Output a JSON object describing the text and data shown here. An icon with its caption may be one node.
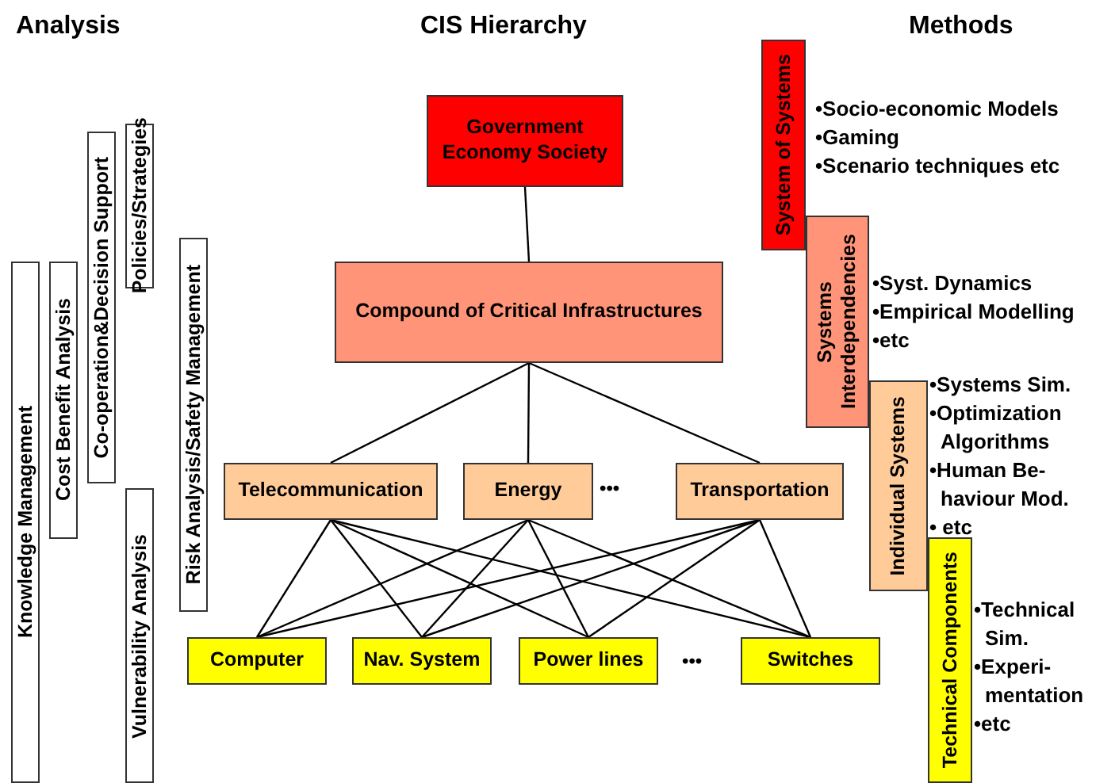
{
  "diagram": {
    "nodes": [
      {
        "text": [
          "Government Economy Society"
        ]
      },
      {
        "text": [
          "Compound of Critical Infrastructures"
        ]
      },
      {
        "text": [
          "Telecommunication"
        ]
      },
      {
        "text": [
          "Energy"
        ]
      },
      {
        "text": [
          "Transportation"
        ]
      },
      {
        "text": [
          "Computer"
        ]
      },
      {
        "text": [
          "Nav. System"
        ]
      },
      {
        "text": [
          "Power lines"
        ]
      },
      {
        "text": [
          "Switches"
        ]
      },
      {
        "text": [
          "Knowledge Management"
        ]
      },
      {
        "text": [
          "Cost Benefit Analysis"
        ]
      },
      {
        "text": [
          "Co-operation&Decision Support"
        ]
      },
      {
        "text": [
          "Policies/Strategies"
        ]
      },
      {
        "text": [
          "Vulnerability Analysis"
        ]
      },
      {
        "text": [
          "Risk Analysis/Safety Management"
        ]
      },
      {
        "text": [
          "System of Systems"
        ],
        "beside": [
          "•Socio-economic Models",
          "•Gaming",
          "•Scenario techniques etc"
        ]
      },
      {
        "text": [
          "Systems Interdependencies"
        ],
        "beside": [
          "•Syst. Dynamics",
          "•Empirical Modelling",
          "•etc"
        ]
      },
      {
        "text": [
          "Individual Systems"
        ],
        "beside": [
          "•Systems Sim.",
          "•Optimization Algorithms",
          "•Human Be- haviour Mod.",
          "• etc"
        ]
      },
      {
        "text": [
          "Technical Components"
        ],
        "beside": [
          "•Technical Sim.",
          "•Experi- mentation",
          "•etc"
        ]
      }
    ],
    "edges": [
      {
        "from": 0,
        "to": 1,
        "arrow": "none"
      },
      {
        "from": 1,
        "to": 2,
        "arrow": "none"
      },
      {
        "from": 1,
        "to": 3,
        "arrow": "none"
      },
      {
        "from": 1,
        "to": 4,
        "arrow": "none"
      },
      {
        "from": 2,
        "to": 5,
        "arrow": "none"
      },
      {
        "from": 2,
        "to": 6,
        "arrow": "none"
      },
      {
        "from": 2,
        "to": 7,
        "arrow": "none"
      },
      {
        "from": 2,
        "to": 8,
        "arrow": "none"
      },
      {
        "from": 3,
        "to": 5,
        "arrow": "none"
      },
      {
        "from": 3,
        "to": 6,
        "arrow": "none"
      },
      {
        "from": 3,
        "to": 7,
        "arrow": "none"
      },
      {
        "from": 3,
        "to": 8,
        "arrow": "none"
      },
      {
        "from": 4,
        "to": 5,
        "arrow": "none"
      },
      {
        "from": 4,
        "to": 6,
        "arrow": "none"
      },
      {
        "from": 4,
        "to": 7,
        "arrow": "none"
      },
      {
        "from": 4,
        "to": 8,
        "arrow": "none"
      }
    ],
    "labels": [
      "Analysis",
      "CIS Hierarchy",
      "Methods",
      "•••",
      "•••"
    ]
  }
}
